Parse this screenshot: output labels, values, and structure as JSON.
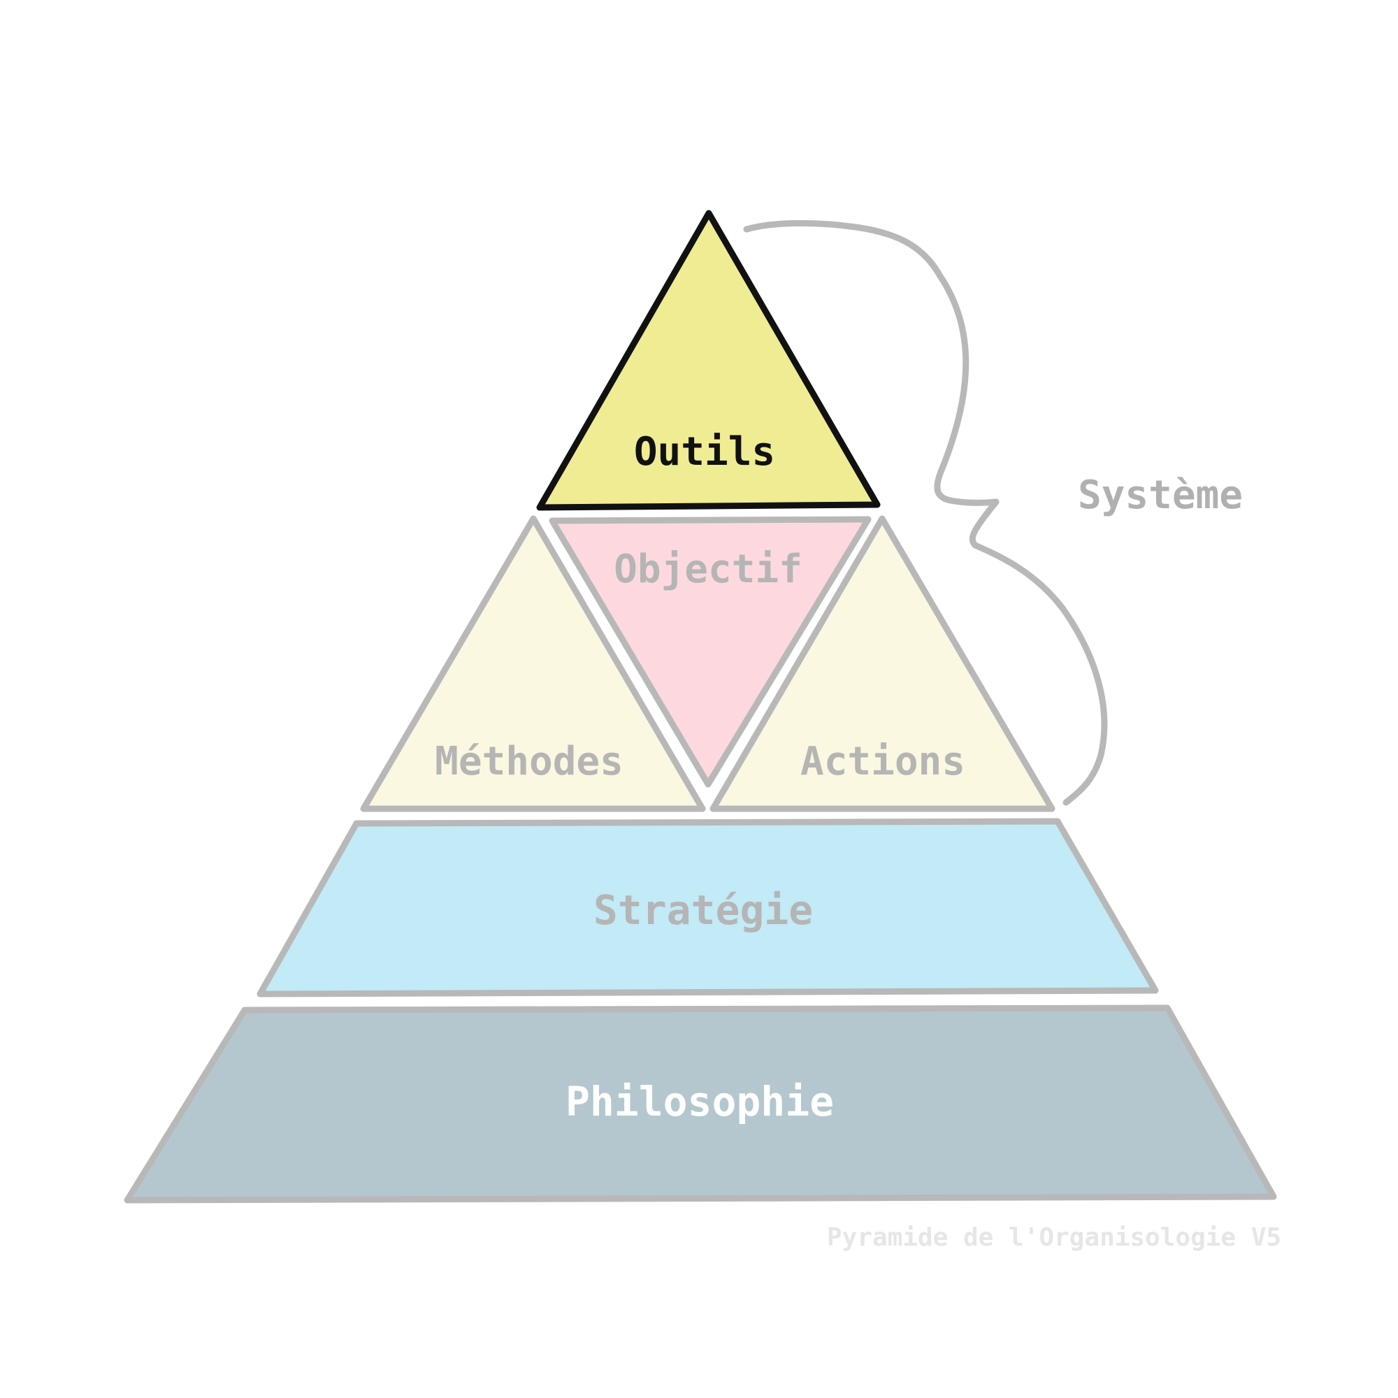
{
  "layers": {
    "outils": {
      "label": "Outils",
      "fill": "#f0ec93",
      "stroke": "#111111",
      "text_color": "#111111"
    },
    "objectif": {
      "label": "Objectif",
      "fill": "#fdd9df",
      "stroke": "#b8b8b8",
      "text_color": "#b5b5b5"
    },
    "methodes": {
      "label": "Méthodes",
      "fill": "#faf8e0",
      "stroke": "#b8b8b8",
      "text_color": "#b5b5b5"
    },
    "actions": {
      "label": "Actions",
      "fill": "#faf8e0",
      "stroke": "#b8b8b8",
      "text_color": "#b5b5b5"
    },
    "strategie": {
      "label": "Stratégie",
      "fill": "#c2eaf7",
      "stroke": "#b8b8b8",
      "text_color": "#b5b5b5"
    },
    "philosophie": {
      "label": "Philosophie",
      "fill": "#b4c7ce",
      "stroke": "#b8b8b8",
      "text_color": "#ffffff"
    }
  },
  "brace": {
    "label": "Système",
    "stroke": "#b8b8b8",
    "text_color": "#b0b0b0"
  },
  "caption": {
    "text": "Pyramide de l'Organisologie V5",
    "color": "#e6e6e6"
  }
}
